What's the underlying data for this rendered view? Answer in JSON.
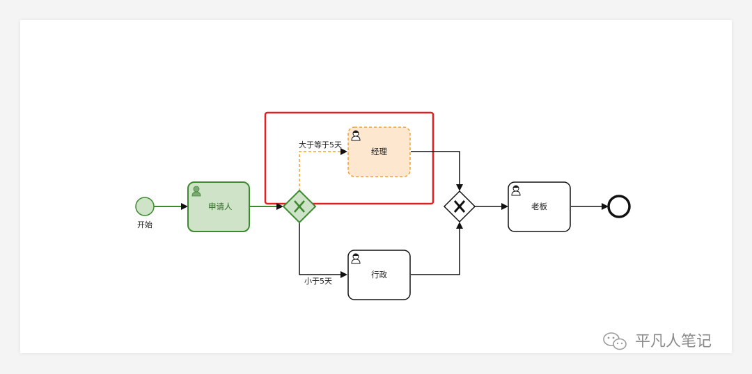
{
  "nodes": {
    "start": {
      "label": "开始"
    },
    "applicant": {
      "label": "申请人"
    },
    "manager": {
      "label": "经理"
    },
    "admin": {
      "label": "行政"
    },
    "boss": {
      "label": "老板"
    }
  },
  "edges": {
    "ge5": {
      "label": "大于等于5天"
    },
    "lt5": {
      "label": "小于5天"
    }
  },
  "colors": {
    "completed_fill": "#cfe3c9",
    "completed_stroke": "#3c8a2e",
    "active_fill": "#fde8cf",
    "active_stroke": "#f0a030",
    "highlight_box": "#e02020",
    "default_stroke": "#111111"
  },
  "icons": {
    "task": "user-icon",
    "gateway": "exclusive-gateway-x-icon"
  },
  "watermark": {
    "text": "平凡人笔记",
    "icon": "wechat-icon"
  }
}
